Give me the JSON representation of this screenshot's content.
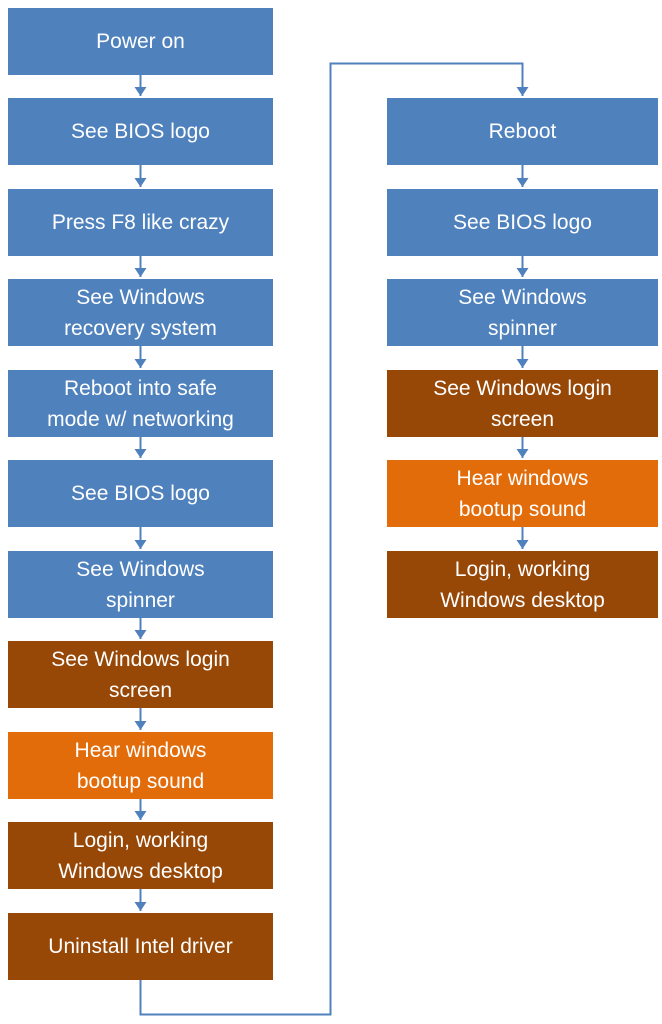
{
  "colors": {
    "blue": "#4F81BD",
    "brown": "#974706",
    "orange": "#E36C0A",
    "arrow": "#4F81BD",
    "text": "#FFFFFF",
    "background": "#FFFFFF"
  },
  "flow": {
    "left_column": [
      {
        "label": "Power on",
        "color": "blue"
      },
      {
        "label": "See BIOS logo",
        "color": "blue"
      },
      {
        "label": "Press F8 like crazy",
        "color": "blue"
      },
      {
        "label": "See Windows\nrecovery system",
        "color": "blue"
      },
      {
        "label": "Reboot into safe\nmode w/ networking",
        "color": "blue"
      },
      {
        "label": "See BIOS logo",
        "color": "blue"
      },
      {
        "label": "See Windows\nspinner",
        "color": "blue"
      },
      {
        "label": "See Windows login\nscreen",
        "color": "brown"
      },
      {
        "label": "Hear windows\nbootup sound",
        "color": "orange"
      },
      {
        "label": "Login, working\nWindows desktop",
        "color": "brown"
      },
      {
        "label": "Uninstall Intel driver",
        "color": "brown"
      }
    ],
    "right_column": [
      {
        "label": "Reboot",
        "color": "blue"
      },
      {
        "label": "See BIOS logo",
        "color": "blue"
      },
      {
        "label": "See Windows\nspinner",
        "color": "blue"
      },
      {
        "label": "See Windows login\nscreen",
        "color": "brown"
      },
      {
        "label": "Hear windows\nbootup sound",
        "color": "orange"
      },
      {
        "label": "Login, working\nWindows desktop",
        "color": "brown"
      }
    ],
    "loop_edge": {
      "from": "Uninstall Intel driver",
      "to": "Reboot"
    }
  }
}
